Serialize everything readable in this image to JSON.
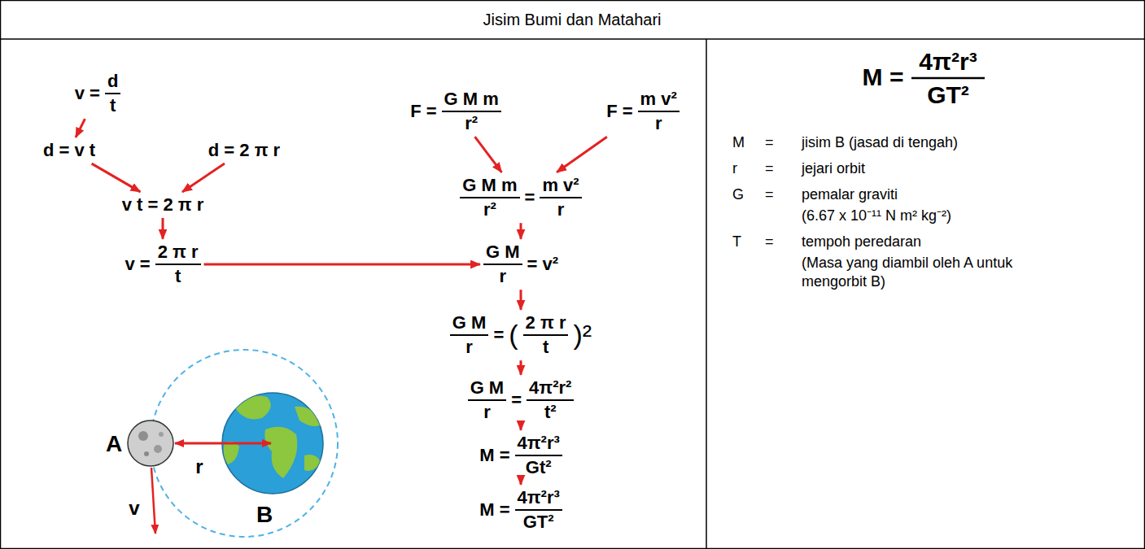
{
  "diagram": {
    "title": "Jisim Bumi dan Matahari",
    "nodes": [
      {
        "text": [
          "v =",
          "d",
          "t"
        ]
      },
      {
        "text": [
          "d = v t"
        ]
      },
      {
        "text": [
          "d = 2 π r"
        ]
      },
      {
        "text": [
          "F =",
          "G M m",
          "r²"
        ]
      },
      {
        "text": [
          "F =",
          "m v²",
          "r"
        ]
      },
      {
        "text": [
          "v t = 2 π r"
        ]
      },
      {
        "text": [
          "G M m",
          "r²",
          "=",
          "m v²",
          "r"
        ]
      },
      {
        "text": [
          "v =",
          "2 π r",
          "t"
        ]
      },
      {
        "text": [
          "G M",
          "r",
          "= v²"
        ]
      },
      {
        "text": [
          "G M",
          "r",
          "=",
          "(",
          "2 π r",
          "t",
          ")²"
        ]
      },
      {
        "text": [
          "G M",
          "r",
          "=",
          "4π²r²",
          "t²"
        ]
      },
      {
        "text": [
          "M =",
          "4π²r³",
          "Gt²"
        ]
      },
      {
        "text": [
          "M =",
          "4π²r³",
          "GT²"
        ]
      }
    ],
    "edges": [
      {
        "from": 0,
        "to": 1,
        "arrow": "to"
      },
      {
        "from": 1,
        "to": 5,
        "arrow": "to"
      },
      {
        "from": 2,
        "to": 5,
        "arrow": "to"
      },
      {
        "from": 5,
        "to": 7,
        "arrow": "to"
      },
      {
        "from": 7,
        "to": 8,
        "arrow": "to"
      },
      {
        "from": 3,
        "to": 6,
        "arrow": "to"
      },
      {
        "from": 4,
        "to": 6,
        "arrow": "to"
      },
      {
        "from": 6,
        "to": 8,
        "arrow": "to"
      },
      {
        "from": 8,
        "to": 9,
        "arrow": "to"
      },
      {
        "from": 9,
        "to": 10,
        "arrow": "to"
      },
      {
        "from": 10,
        "to": 11,
        "arrow": "to"
      },
      {
        "from": 11,
        "to": 12,
        "arrow": "to"
      }
    ],
    "labels": [
      "A",
      "r",
      "B",
      "v",
      "M =",
      "4π²r³",
      "GT²",
      "M",
      "=",
      "jisim B (jasad di tengah)",
      "r",
      "=",
      "jejari orbit",
      "G",
      "=",
      "pemalar graviti",
      "(6.67 x 10⁻¹¹ N m² kg⁻²)",
      "T",
      "=",
      "tempoh peredaran",
      "(Masa yang diambil oleh A untuk mengorbit B)"
    ]
  }
}
